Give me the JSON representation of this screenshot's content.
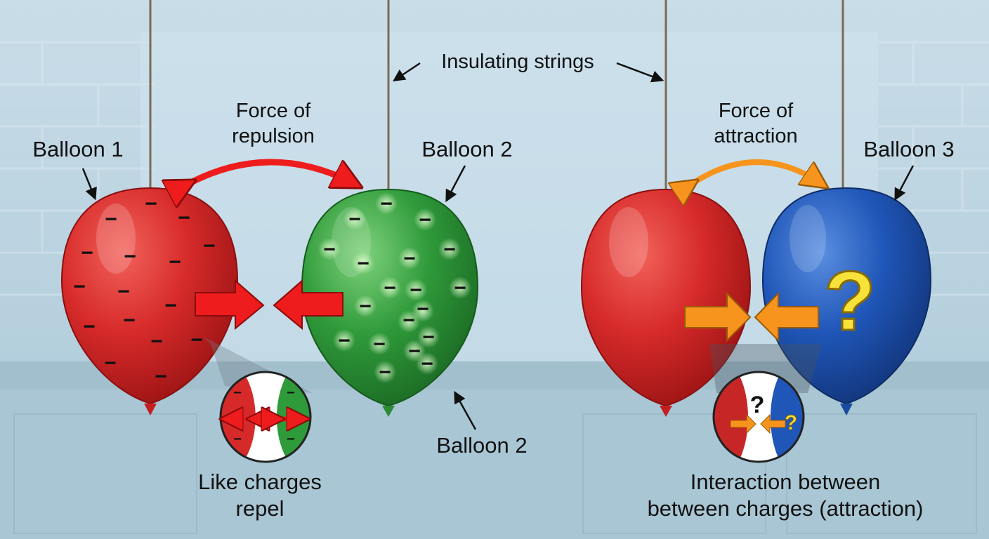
{
  "labels": {
    "insulating_strings": "Insulating strings",
    "force_repulsion_line1": "Force of",
    "force_repulsion_line2": "repulsion",
    "force_attraction_line1": "Force of",
    "force_attraction_line2": "attraction",
    "balloon_1": "Balloon 1",
    "balloon_2_top": "Balloon 2",
    "balloon_2_bottom": "Balloon 2",
    "balloon_3": "Balloon 3",
    "like_charges_line1": "Like charges",
    "like_charges_line2": "repel",
    "interaction_line1": "Interaction between",
    "interaction_line2": "between charges (attraction)"
  },
  "symbols": {
    "negative_charge": "−",
    "unknown_charge": "?"
  },
  "colors": {
    "balloon_red": "#d62a2a",
    "balloon_green": "#2f9a3a",
    "balloon_blue": "#1f56b8",
    "repulsion_arrow": "#ee1c1c",
    "attraction_arrow": "#f7941d",
    "question_mark": "#f7e23a"
  }
}
